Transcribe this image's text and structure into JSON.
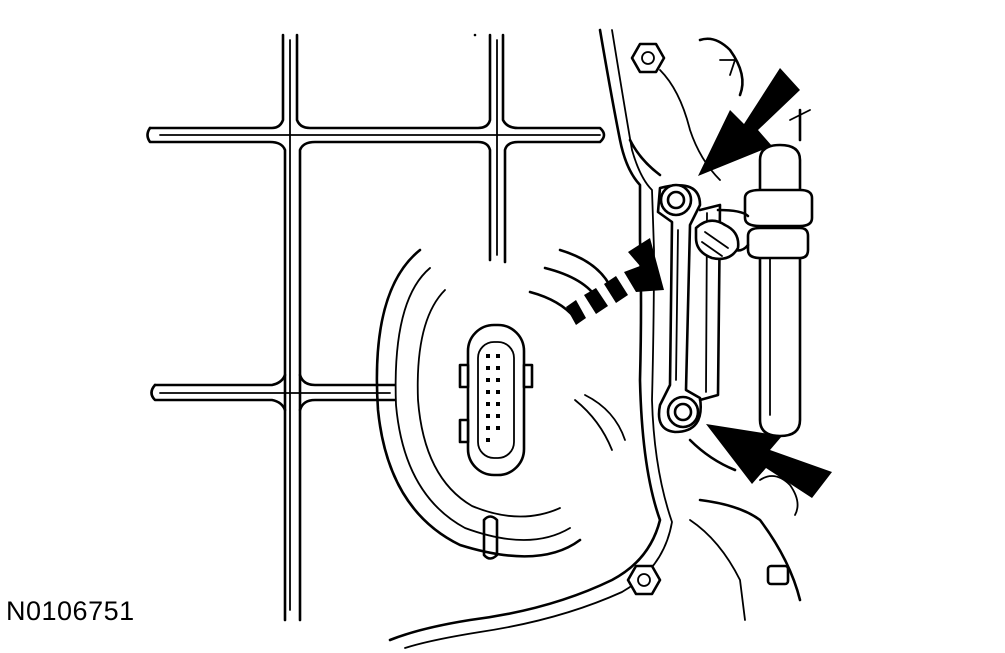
{
  "figure": {
    "id_label": "N0106751"
  },
  "callouts": {
    "bolt_arrows": 2,
    "component_arrow": 1
  }
}
